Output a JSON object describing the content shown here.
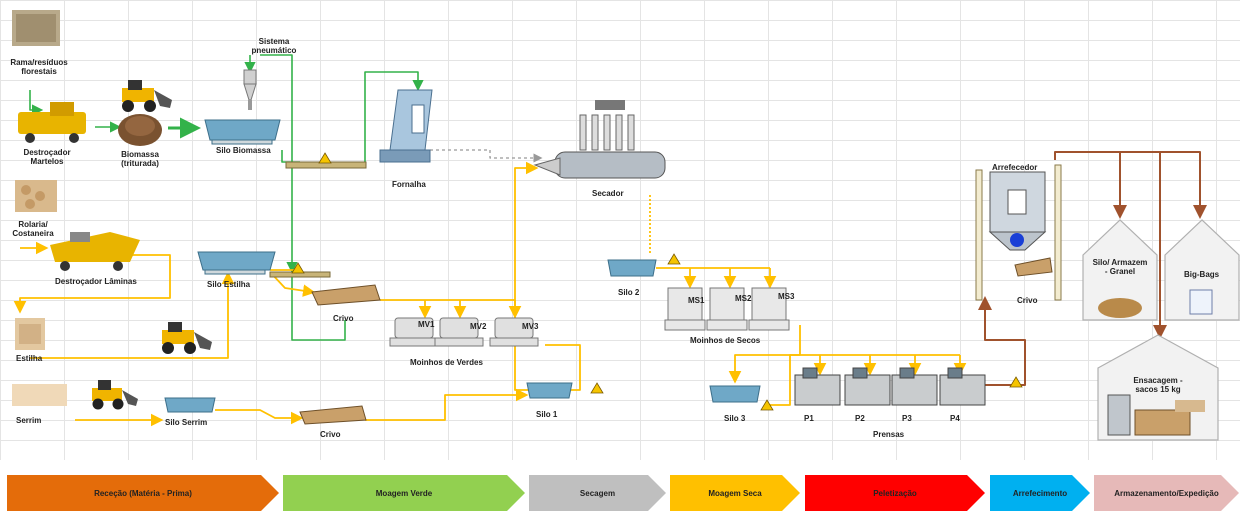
{
  "labels": {
    "rama": "Rama/resíduos florestais",
    "destrocador_martelos": "Destroçador Martelos",
    "biomassa": "Biomassa (triturada)",
    "sistema_pneumatico": "Sistema pneumático",
    "silo_biomassa": "Silo Biomassa",
    "fornalha": "Fornalha",
    "secador": "Secador",
    "rolaria": "Rolaria/ Costaneira",
    "destrocador_laminas": "Destroçador Lâminas",
    "silo_estilha": "Silo Estilha",
    "crivo": "Crivo",
    "mv1": "MV1",
    "mv2": "MV2",
    "mv3": "MV3",
    "moinhos_verdes": "Moinhos de Verdes",
    "estilha": "Estilha",
    "serrim": "Serrim",
    "silo_serrim": "Silo Serrim",
    "silo_1": "Silo 1",
    "silo_2": "Silo 2",
    "ms1": "MS1",
    "ms2": "MS2",
    "ms3": "MS3",
    "moinhos_secos": "Moinhos de Secos",
    "silo_3": "Silo 3",
    "p1": "P1",
    "p2": "P2",
    "p3": "P3",
    "p4": "P4",
    "prensas": "Prensas",
    "arrefecedor": "Arrefecedor",
    "silo_armazem": "Silo/ Armazem - Granel",
    "big_bags": "Big-Bags",
    "ensacagem": "Ensacagem - sacos 15 kg"
  },
  "stages": [
    {
      "label": "Receção (Matéria - Prima)",
      "color": "#e46c0a"
    },
    {
      "label": "Moagem Verde",
      "color": "#92d050"
    },
    {
      "label": "Secagem",
      "color": "#bfbfbf"
    },
    {
      "label": "Moagem Seca",
      "color": "#ffc000"
    },
    {
      "label": "Peletização",
      "color": "#ff0000"
    },
    {
      "label": "Arrefecimento",
      "color": "#00b0f0"
    },
    {
      "label": "Armazenamento/Expedição",
      "color": "#e6b9b8"
    }
  ],
  "colors": {
    "green_flow": "#33b24a",
    "yellow_flow": "#ffc000",
    "brown_flow": "#a0522d",
    "grey_flow": "#999999",
    "equipment": "#6fa8c7",
    "warning": "#f5c400"
  }
}
